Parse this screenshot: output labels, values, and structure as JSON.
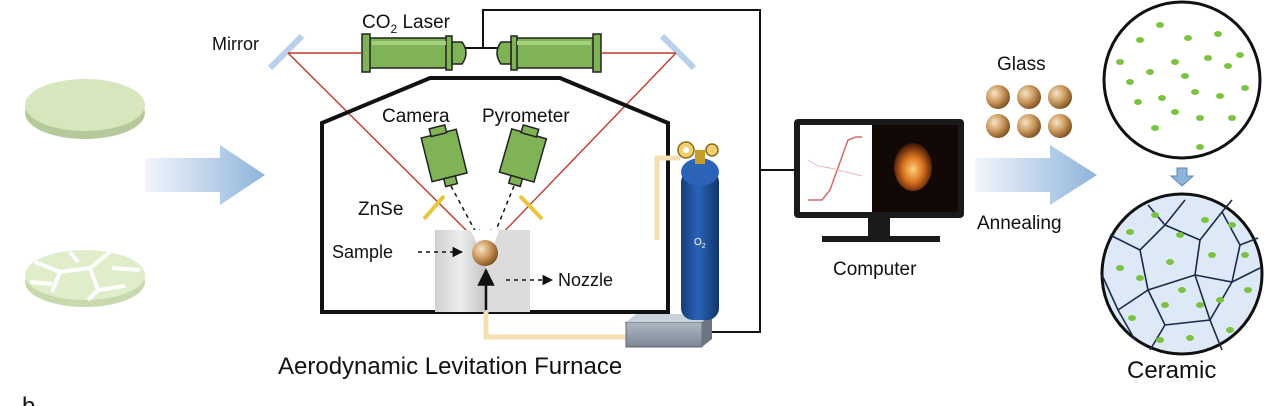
{
  "labels": {
    "co2_prefix": "CO",
    "co2_sub": "2",
    "co2_suffix": " Laser",
    "mirror": "Mirror",
    "camera": "Camera",
    "pyrometer": "Pyrometer",
    "znse": "ZnSe",
    "sample": "Sample",
    "nozzle": "Nozzle",
    "o2_main": "O",
    "o2_sub": "2",
    "furnace_title": "Aerodynamic Levitation Furnace",
    "computer": "Computer",
    "glass": "Glass",
    "annealing": "Annealing",
    "ceramic": "Ceramic",
    "panel_letter": "b"
  },
  "colors": {
    "laser_beam": "#c0392b",
    "laser_body": "#7fb356",
    "camera_body": "#7fb356",
    "znse": "#e8c53a",
    "arrow_blue": "#8fb4dc",
    "cylinder": "#1e4f9c",
    "gas_line": "#f3dfb3",
    "glass_sphere": "#c8955a",
    "grain_dot": "#7cc242",
    "ceramic_fill": "#dde9f6",
    "disc": "#cfe2b2"
  }
}
